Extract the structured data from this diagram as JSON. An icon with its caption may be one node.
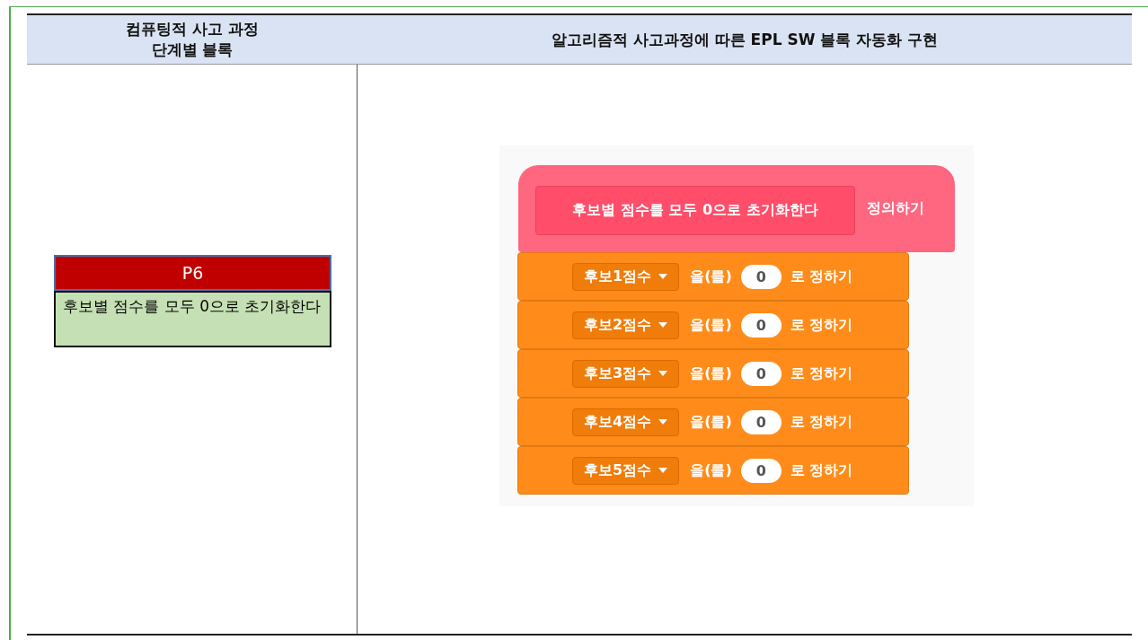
{
  "diagram": {
    "nodes": [
      {
        "text": [
          "P6",
          "후보별 점수를 모두 0으로 초기화한다"
        ]
      },
      {
        "text": [
          "후보별 점수를 모두 0으로 초기화한다",
          "정의하기"
        ]
      },
      {
        "text": [
          "후보1점수",
          "을(를)",
          "0",
          "로 정하기"
        ]
      },
      {
        "text": [
          "후보2점수",
          "을(를)",
          "0",
          "로 정하기"
        ]
      },
      {
        "text": [
          "후보3점수",
          "을(를)",
          "0",
          "로 정하기"
        ]
      },
      {
        "text": [
          "후보4점수",
          "을(를)",
          "0",
          "로 정하기"
        ]
      },
      {
        "text": [
          "후보5점수",
          "을(를)",
          "0",
          "로 정하기"
        ]
      }
    ],
    "labels": [
      "컴퓨팅적 사고 과정 단계별 블록",
      "알고리즘적 사고과정에 따른 EPL SW 블록 자동화 구현"
    ]
  }
}
